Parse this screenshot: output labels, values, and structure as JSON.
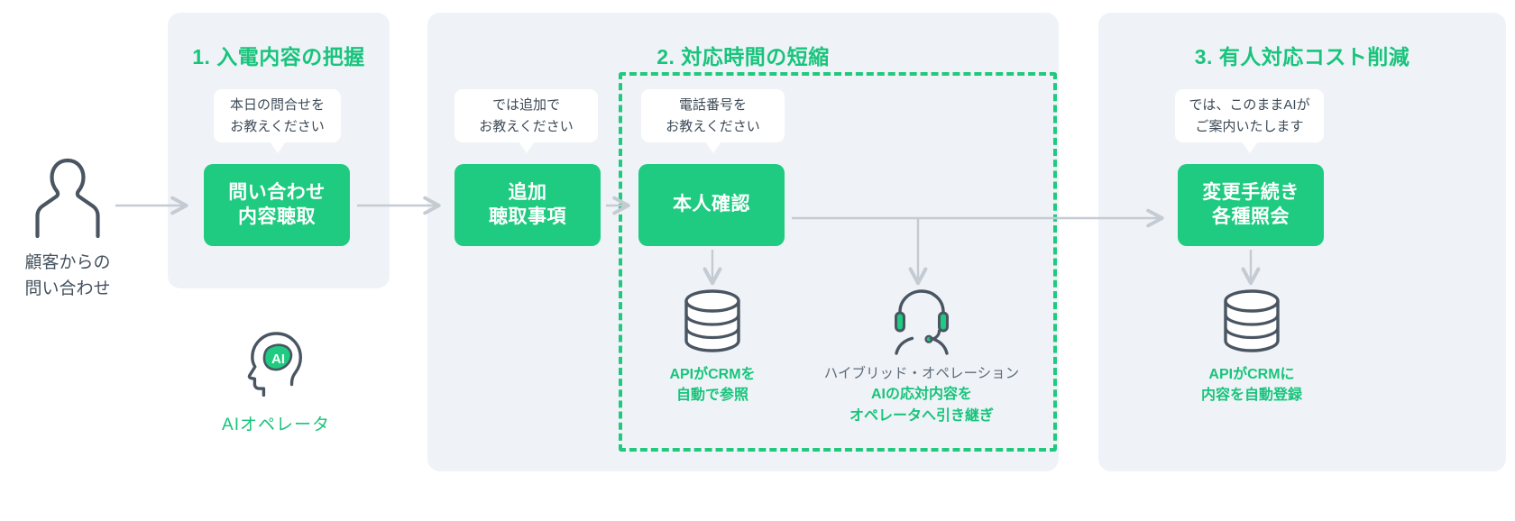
{
  "panels": [
    {
      "id": "panel-1",
      "title": "1. 入電内容の把握"
    },
    {
      "id": "panel-2",
      "title": "2. 対応時間の短縮"
    },
    {
      "id": "panel-3",
      "title": "3. 有人対応コスト削減"
    }
  ],
  "process_boxes": [
    {
      "id": "box-inquiry",
      "line1": "問い合わせ",
      "line2": "内容聴取"
    },
    {
      "id": "box-extra",
      "line1": "追加",
      "line2": "聴取事項"
    },
    {
      "id": "box-identity",
      "line1": "本人確認",
      "line2": ""
    },
    {
      "id": "box-change",
      "line1": "変更手続き",
      "line2": "各種照会"
    }
  ],
  "bubbles": [
    {
      "id": "bubble-1",
      "line1": "本日の問合せを",
      "line2": "お教えください"
    },
    {
      "id": "bubble-2",
      "line1": "では追加で",
      "line2": "お教えください"
    },
    {
      "id": "bubble-3",
      "line1": "電話番号を",
      "line2": "お教えください"
    },
    {
      "id": "bubble-4",
      "line1": "では、このままAIが",
      "line2": "ご案内いたします"
    }
  ],
  "icons": {
    "customer": {
      "name": "customer-person-icon",
      "caption_line1": "顧客からの",
      "caption_line2": "問い合わせ"
    },
    "ai_operator": {
      "name": "ai-head-icon",
      "badge": "AI",
      "caption": "AIオペレータ"
    },
    "crm_reference": {
      "name": "database-icon",
      "caption_line1": "APIがCRMを",
      "caption_line2": "自動で参照"
    },
    "hybrid_operation": {
      "name": "headset-operator-icon",
      "caption_muted": "ハイブリッド・オペレーション",
      "caption_line1": "AIの応対内容を",
      "caption_line2": "オペレータへ引き継ぎ"
    },
    "crm_register": {
      "name": "database-icon",
      "caption_line1": "APIがCRMに",
      "caption_line2": "内容を自動登録"
    }
  },
  "colors": {
    "brand_green": "#1ecb80",
    "title_green": "#18c47c",
    "panel_bg": "#eff3f7",
    "arrow_gray": "#c5cbd2",
    "icon_stroke": "#4a5562",
    "text_dark": "#3d4a57"
  }
}
